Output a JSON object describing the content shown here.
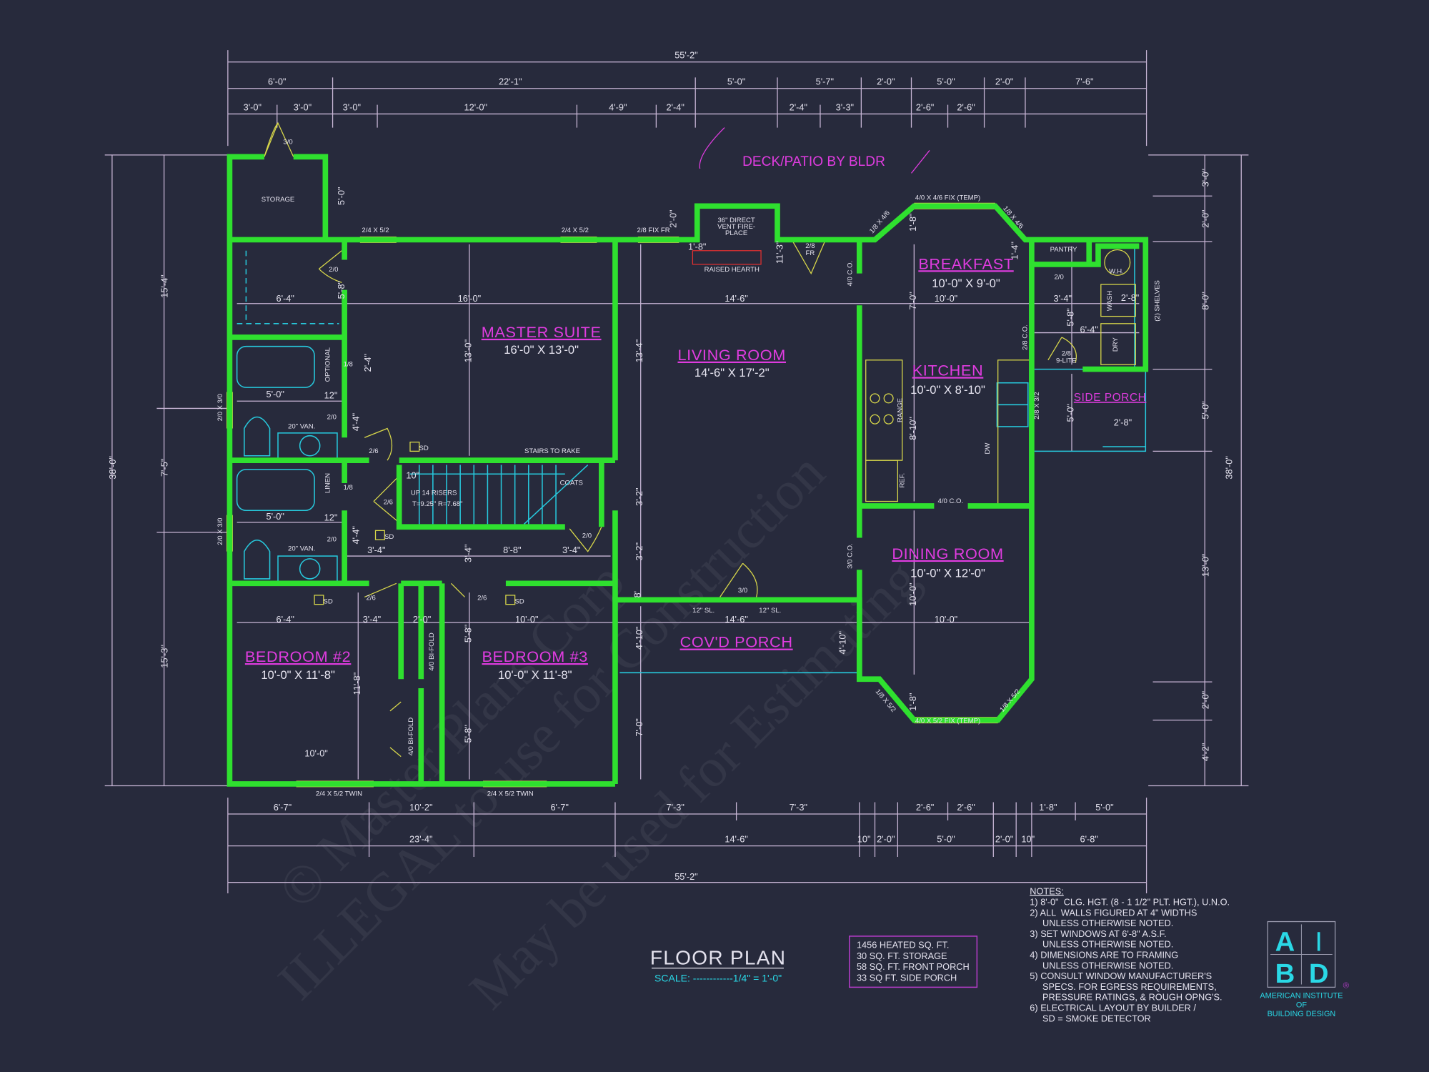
{
  "title": "FLOOR PLAN",
  "scale": "SCALE: ------------1/4\" = 1'-0\"",
  "area_box": [
    "1456 HEATED SQ. FT.",
    "30 SQ. FT. STORAGE",
    "58 SQ. FT. FRONT PORCH",
    "33 SQ FT. SIDE PORCH"
  ],
  "notes": {
    "heading": "NOTES:",
    "lines": [
      "1) 8'-0\"  CLG. HGT. (8 - 1 1/2\" PLT. HGT.), U.N.O.",
      "2) ALL  WALLS FIGURED AT 4\" WIDTHS",
      "     UNLESS OTHERWISE NOTED.",
      "3) SET WINDOWS AT 6'-8\" A.S.F.",
      "     UNLESS OTHERWISE NOTED.",
      "4) DIMENSIONS ARE TO FRAMING",
      "     UNLESS OTHERWISE NOTED.",
      "5) CONSULT WINDOW MANUFACTURER'S",
      "     SPECS. FOR EGRESS REQUIREMENTS,",
      "     PRESSURE RATINGS, & ROUGH OPNG'S.",
      "6) ELECTRICAL LAYOUT BY BUILDER /",
      "     SD = SMOKE DETECTOR"
    ]
  },
  "logo": {
    "letters": [
      "A",
      "I",
      "B",
      "D"
    ],
    "name_lines": [
      "AMERICAN INSTITUTE",
      "OF",
      "BUILDING DESIGN"
    ],
    "registered": "®"
  },
  "deck_label": "DECK/PATIO BY BLDR",
  "rooms": [
    {
      "name": "MASTER SUITE",
      "size": "16'-0\" X 13'-0\""
    },
    {
      "name": "LIVING ROOM",
      "size": "14'-6\" X 17'-2\""
    },
    {
      "name": "BREAKFAST",
      "size": "10'-0\" X 9'-0\""
    },
    {
      "name": "KITCHEN",
      "size": "10'-0\" X 8'-10\""
    },
    {
      "name": "DINING ROOM",
      "size": "10'-0\" X 12'-0\""
    },
    {
      "name": "BEDROOM #2",
      "size": "10'-0\" X 11'-8\""
    },
    {
      "name": "BEDROOM #3",
      "size": "10'-0\" X 11'-8\""
    },
    {
      "name": "COV'D PORCH",
      "size": ""
    },
    {
      "name": "SIDE PORCH",
      "size": ""
    }
  ],
  "dimensions": {
    "overall_top": "55'-2\"",
    "overall_bottom": "55'-2\"",
    "top_row": [
      "6'-0\"",
      "22'-1\"",
      "5'-0\"",
      "5'-7\"",
      "2'-0\"",
      "5'-0\"",
      "2'-0\"",
      "7'-6\""
    ],
    "top_detail": [
      "3'-0\"",
      "3'-0\"",
      "3'-0\"",
      "12'-0\"",
      "4'-9\"",
      "2'-4\"",
      "2'-4\"",
      "3'-3\"",
      "2'-6\"",
      "2'-6\""
    ],
    "bottom_detail": [
      "6'-7\"",
      "10'-2\"",
      "6'-7\"",
      "7'-3\"",
      "7'-3\"",
      "2'-6\"",
      "2'-6\"",
      "1'-8\"",
      "5'-0\""
    ],
    "bottom_row": [
      "23'-4\"",
      "14'-6\"",
      "10\"",
      "2'-0\"",
      "5'-0\"",
      "2'-0\"",
      "10\"",
      "6'-8\""
    ],
    "left": [
      "38'-0\"",
      "15'-4\"",
      "7'-5\"",
      "15'-3\""
    ],
    "right": [
      "38'-0\"",
      "3'-0\"",
      "2'-0\"",
      "8'-0\"",
      "5'-0\"",
      "13'-0\"",
      "2'-0\"",
      "4'-2\""
    ]
  },
  "interior_dims": [
    "6'-4\"",
    "16'-0\"",
    "14'-6\"",
    "10'-0\"",
    "5'-8\"",
    "13'-0\"",
    "13'-4\"",
    "5'-0\"",
    "5'-0\"",
    "3'-4\"",
    "3'-4\"",
    "8'-8\"",
    "3'-4\"",
    "6'-4\"",
    "3'-4\"",
    "2'-0\"",
    "10'-0\"",
    "14'-6\"",
    "10'-0\"",
    "11'-8\"",
    "5'-8\"",
    "5'-8\"",
    "10'-0\"",
    "4'-10\"",
    "7'-0\"",
    "3'-2\"",
    "3'-2\"",
    "4'-10\"",
    "1'-8\"",
    "10'-0\"",
    "7'-0\"",
    "1'-8\"",
    "8'-10\"",
    "3'-4\"",
    "6'-4\"",
    "5'-8\"",
    "5'-0\"",
    "2'-8\"",
    "1'-4\"",
    "11'-3\"",
    "1'-8\"",
    "2'-0\"",
    "5'-0\"",
    "2'-4\"",
    "4'-4\"",
    "4'-4\"",
    "12\"",
    "12\"",
    "10\"",
    "2'-8\"",
    "8'"
  ],
  "labels": [
    "STORAGE",
    "3/0",
    "PANTRY",
    "W.H.",
    "WASH",
    "DRY",
    "(2) SHELVES",
    "RAISED HEARTH",
    "36\" DIRECT",
    "VENT FIRE-",
    "PLACE",
    "2/4 X 5/2",
    "2/4 X 5/2",
    "2/8 FIX FR",
    "4/0 X 4/6 FIX (TEMP)",
    "1/8 X 4/6",
    "1/8 X 4/6",
    "4/0 X 5/2 FIX (TEMP)",
    "1/8 X 5/2",
    "1/8 X 5/2",
    "2/4 X 5/2 TWIN",
    "2/4 X 5/2 TWIN",
    "STAIRS TO RAKE",
    "COATS",
    "UP 14 RISERS",
    "T=9.25\"  R=7.68\"",
    "20\" VAN.",
    "20\" VAN.",
    "OPTIONAL",
    "LINEN",
    "2/0 X 3/0",
    "2/0 X 3/0",
    "4/0 BI-FOLD",
    "4/0 BI-FOLD",
    "3/0",
    "12\" SL.",
    "12\" SL.",
    "4/0 C.O.",
    "3/0 C.O.",
    "4/0 C.O.",
    "2/8 C.O.",
    "2/8 X 3/2",
    "2/8",
    "9-LITE",
    "2/8",
    "FR",
    "RANGE",
    "REF.",
    "DW",
    "SD",
    "SD",
    "SD",
    "SD",
    "2/0",
    "1/8",
    "2/0",
    "2/6",
    "1/8",
    "2/6",
    "2/0",
    "2/0",
    "2/6",
    "2/6",
    "2/0"
  ],
  "watermark": [
    "© Master Plans Corp",
    "ILLEGAL to use for Construction",
    "May be used for Estimating"
  ],
  "colors": {
    "background": "#272a3c",
    "walls": "#2fe02f",
    "room_names": "#e03ce0",
    "fixtures": "#27c9dd",
    "doors_windows": "#d9d84a",
    "dimension_lines": "#c8b6d6",
    "area_box_border": "#b43cc8",
    "logo": "#2ad8e6"
  }
}
